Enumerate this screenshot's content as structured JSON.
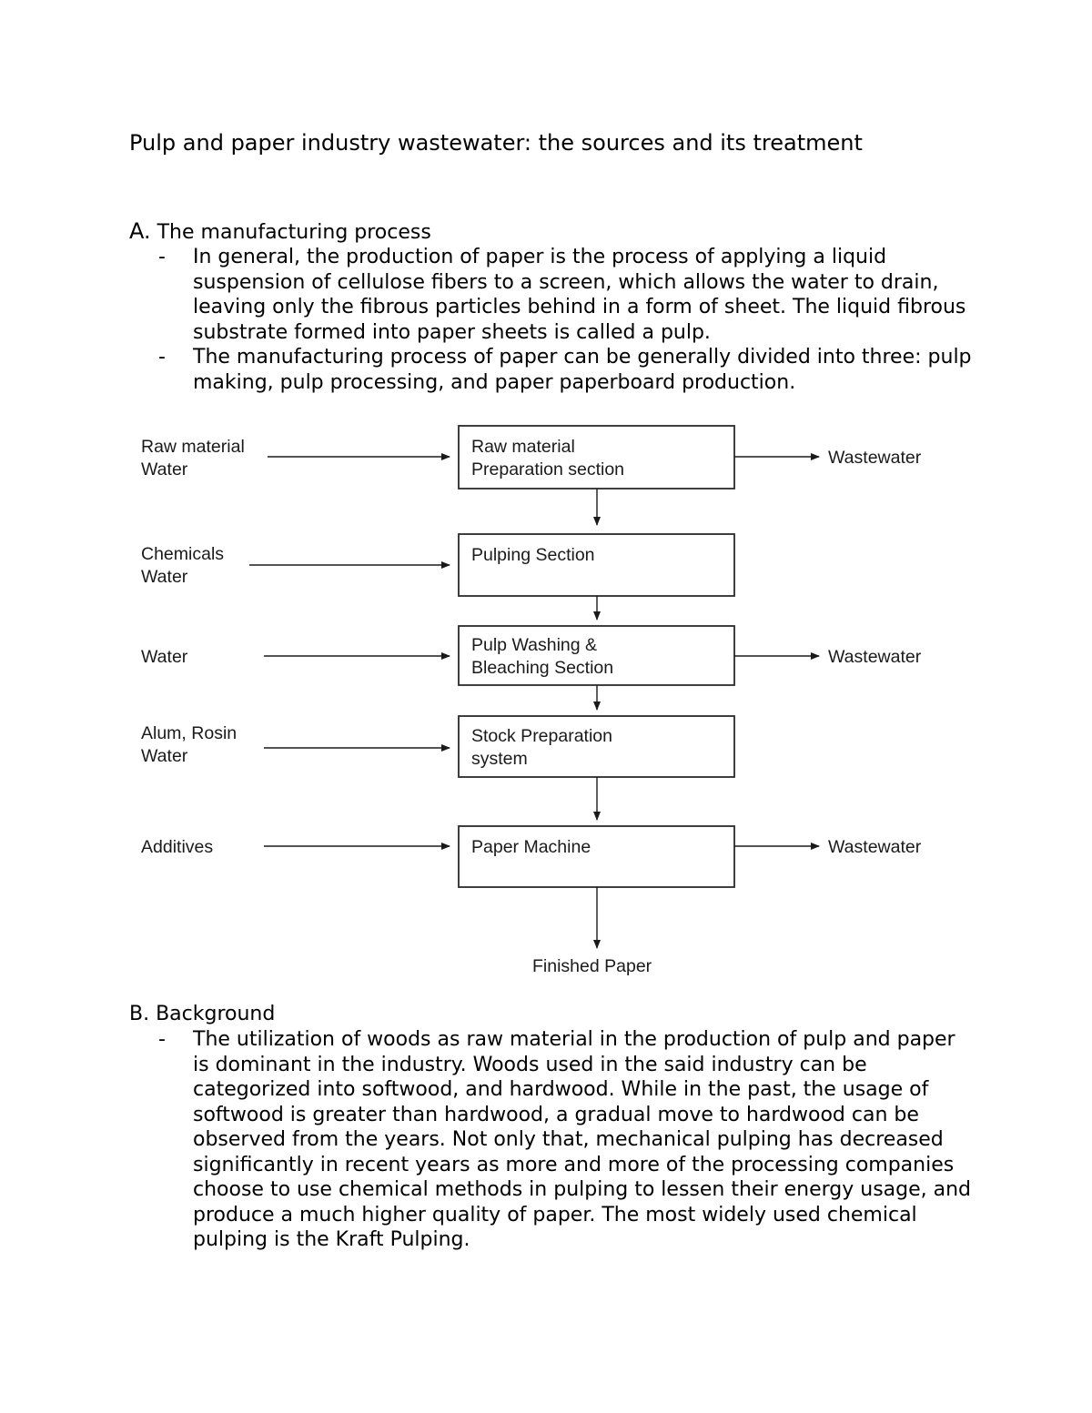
{
  "document": {
    "title": "Pulp and paper industry wastewater: the sources and its treatment",
    "section_a": {
      "letter": "A.",
      "heading": " The manufacturing process",
      "bullets": [
        "In general, the production of paper is the process of applying a liquid suspension of cellulose fibers to a screen, which allows the water to drain, leaving only the fibrous particles behind in a form of sheet. The liquid fibrous substrate formed into paper sheets is called a pulp.",
        "The manufacturing process of paper can be generally divided into three: pulp making, pulp processing, and paper paperboard production."
      ]
    },
    "section_b": {
      "heading": "B. Background",
      "bullets": [
        "The utilization of woods as raw material in the production of pulp and paper is dominant in the industry. Woods used in the said industry can be categorized into softwood, and hardwood. While in the past, the usage of softwood is greater than hardwood, a gradual move to hardwood can be observed from the years. Not only that, mechanical pulping has decreased significantly in recent years as more and more of the processing companies choose to use chemical methods in pulping to lessen their energy usage, and produce a much higher quality of paper. The most widely used chemical pulping is the Kraft Pulping."
      ]
    },
    "bullet_marker": "-"
  },
  "diagram": {
    "inputs": [
      {
        "line1": "Raw material",
        "line2": "Water"
      },
      {
        "line1": "Chemicals",
        "line2": "Water"
      },
      {
        "line1": "Water",
        "line2": ""
      },
      {
        "line1": "Alum, Rosin",
        "line2": "Water"
      },
      {
        "line1": "Additives",
        "line2": ""
      }
    ],
    "steps": [
      {
        "line1": "Raw material",
        "line2": "Preparation section"
      },
      {
        "line1": "Pulping Section",
        "line2": ""
      },
      {
        "line1": "Pulp Washing &",
        "line2": "Bleaching Section"
      },
      {
        "line1": "Stock Preparation",
        "line2": "system"
      },
      {
        "line1": "Paper Machine",
        "line2": ""
      }
    ],
    "outputs": [
      "Wastewater",
      "Wastewater",
      "Wastewater"
    ],
    "final_output": "Finished Paper"
  }
}
